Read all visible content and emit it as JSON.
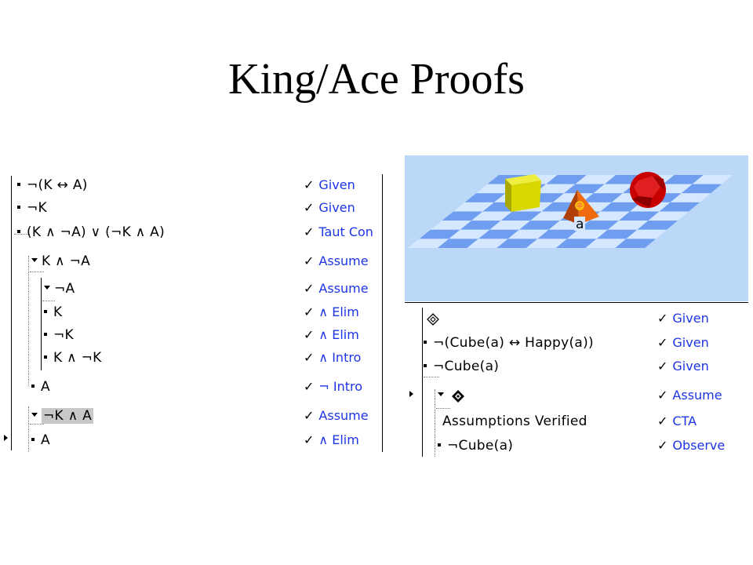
{
  "title": "King/Ace Proofs",
  "left_proof": {
    "lines": [
      {
        "formula": "¬(K ↔ A)",
        "rule": "Given"
      },
      {
        "formula": "¬K",
        "rule": "Given"
      },
      {
        "formula": "(K ∧ ¬A) ∨ (¬K ∧ A)",
        "rule": "Taut Con"
      },
      {
        "formula": "K ∧ ¬A",
        "rule": "Assume"
      },
      {
        "formula": "¬A",
        "rule": "Assume"
      },
      {
        "formula": "K",
        "rule": "∧ Elim"
      },
      {
        "formula": "¬K",
        "rule": "∧ Elim"
      },
      {
        "formula": "K ∧ ¬K",
        "rule": "∧ Intro"
      },
      {
        "formula": "A",
        "rule": "¬ Intro"
      },
      {
        "formula": "¬K ∧ A",
        "rule": "Assume"
      },
      {
        "formula": "A",
        "rule": "∧ Elim"
      }
    ]
  },
  "right_proof": {
    "world_label": "a",
    "lines": [
      {
        "formula": "",
        "rule": "Given"
      },
      {
        "formula": "¬(Cube(a) ↔ Happy(a))",
        "rule": "Given"
      },
      {
        "formula": "¬Cube(a)",
        "rule": "Given"
      },
      {
        "formula": "",
        "rule": "Assume"
      },
      {
        "formula": "Assumptions Verified",
        "rule": "CTA"
      },
      {
        "formula": "¬Cube(a)",
        "rule": "Observe"
      }
    ]
  },
  "check_mark": "✓",
  "colors": {
    "rule_blue": "#1d35e6",
    "sky": "#bcd8f8",
    "board_light": "#d6e8ff",
    "board_dark": "#6f9ef0",
    "cube_yellow": "#d8d800",
    "dodec_red": "#c80000",
    "pyramid_orange": "#f06a10"
  }
}
